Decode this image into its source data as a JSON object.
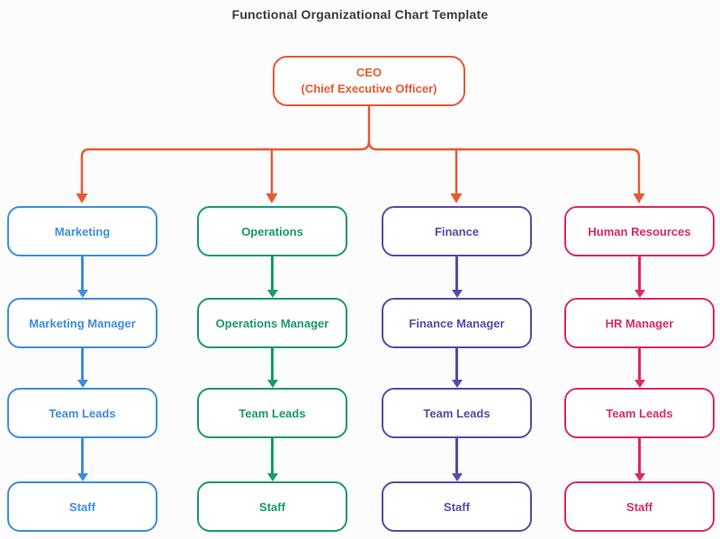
{
  "title": "Functional Organizational Chart Template",
  "title_color": "#3A3A3A",
  "background_color": "#FCFCFD",
  "connector": {
    "color": "#E75A33"
  },
  "ceo": {
    "line1": "CEO",
    "line2": "(Chief Executive Officer)",
    "color": "#E75A33"
  },
  "columns": [
    {
      "name": "marketing",
      "color": "#3E8EDD",
      "boxes": [
        "Marketing",
        "Marketing Manager",
        "Team Leads",
        "Staff"
      ]
    },
    {
      "name": "operations",
      "color": "#189A70",
      "boxes": [
        "Operations",
        "Operations Manager",
        "Team Leads",
        "Staff"
      ]
    },
    {
      "name": "finance",
      "color": "#5A4AA6",
      "boxes": [
        "Finance",
        "Finance Manager",
        "Team Leads",
        "Staff"
      ]
    },
    {
      "name": "human-resources",
      "color": "#DC2A62",
      "boxes": [
        "Human Resources",
        "HR Manager",
        "Team Leads",
        "Staff"
      ]
    }
  ]
}
